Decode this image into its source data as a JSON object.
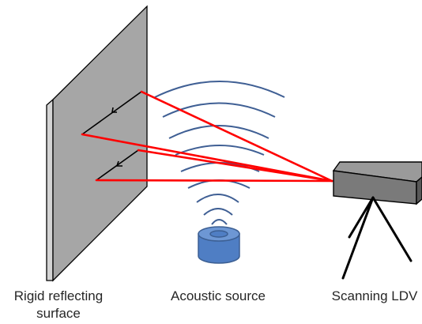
{
  "labels": {
    "surface": "Rigid reflecting surface",
    "source": "Acoustic source",
    "ldv": "Scanning LDV"
  },
  "colors": {
    "wall_front": "#a6a6a6",
    "wall_side": "#d4d4d4",
    "wall_edge": "#000000",
    "laser": "#ff0000",
    "wave": "#3f5f94",
    "source_fill": "#4f7ec4",
    "source_top": "#6d97d4",
    "source_stroke": "#3c5f93",
    "ldv_front": "#7a7a7a",
    "ldv_top": "#9a9a9a",
    "ldv_side": "#585858",
    "tripod": "#000000",
    "scan_path": "#000000"
  },
  "icons": {
    "wall": "rigid-wall-panel",
    "source": "speaker-cylinder",
    "ldv": "laser-vibrometer-box",
    "tripod": "tripod-stand",
    "scan_arrow": "arrow-head"
  }
}
